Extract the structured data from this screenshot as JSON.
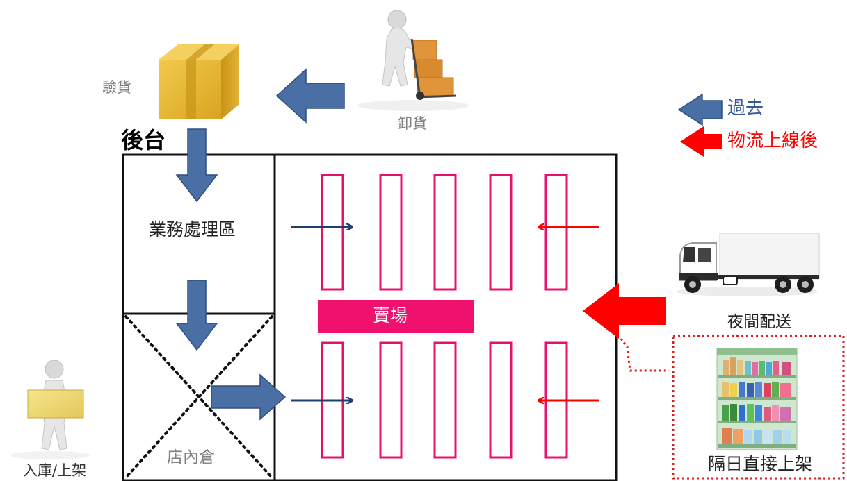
{
  "labels": {
    "inspect": "驗貨",
    "unload": "卸貨",
    "backstage": "後台",
    "business_area": "業務處理區",
    "store_warehouse": "店內倉",
    "sales_floor": "賣場",
    "night_delivery": "夜間配送",
    "next_day_shelving": "隔日直接上架",
    "receiving_shelving": "入庫/上架"
  },
  "legend": [
    {
      "label": "過去",
      "color": "#4a6fa5"
    },
    {
      "label": "物流上線後",
      "color": "#ff0000"
    }
  ],
  "colors": {
    "old_flow": "#4a6fa5",
    "new_flow": "#ff0000",
    "shelf": "#e8106e",
    "sales_bar": "#f0106e"
  },
  "icons": {
    "box": "cardboard-box-icon",
    "worker_cart": "person-with-hand-truck-icon",
    "truck": "delivery-truck-icon",
    "worker_box": "person-carrying-box-icon",
    "shelf": "store-shelf-icon"
  }
}
